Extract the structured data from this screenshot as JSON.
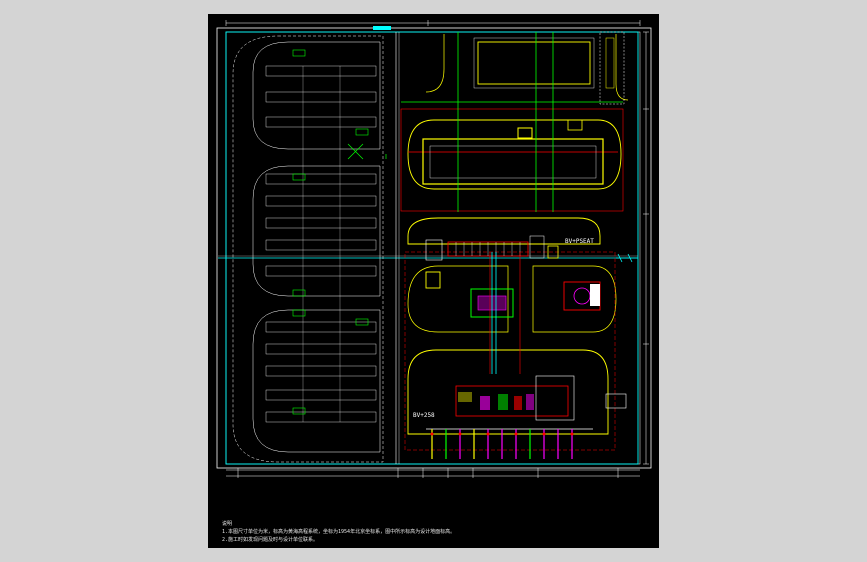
{
  "sheet": {
    "notes_title": "说明",
    "notes_line1": "1.本图尺寸单位为米，标高为黄海高程系统，坐标为1954年北京坐标系，图中所示标高为设计地面标高。",
    "notes_line2": "2.施工时如发现问题及时与设计单位联系。",
    "labels": {
      "pad_a": "BV+PSEAT",
      "pad_b": "BV+258"
    }
  },
  "colors": {
    "background": "#d4d4d4",
    "sheet": "#000000",
    "border_frame": "#ffffff",
    "boundary_cyan": "#00ffff",
    "road_yellow": "#ffff00",
    "grid_green": "#00ff00",
    "red_lines": "#ff0000",
    "magenta_pipes": "#ff00ff",
    "white_text": "#ffffff"
  }
}
